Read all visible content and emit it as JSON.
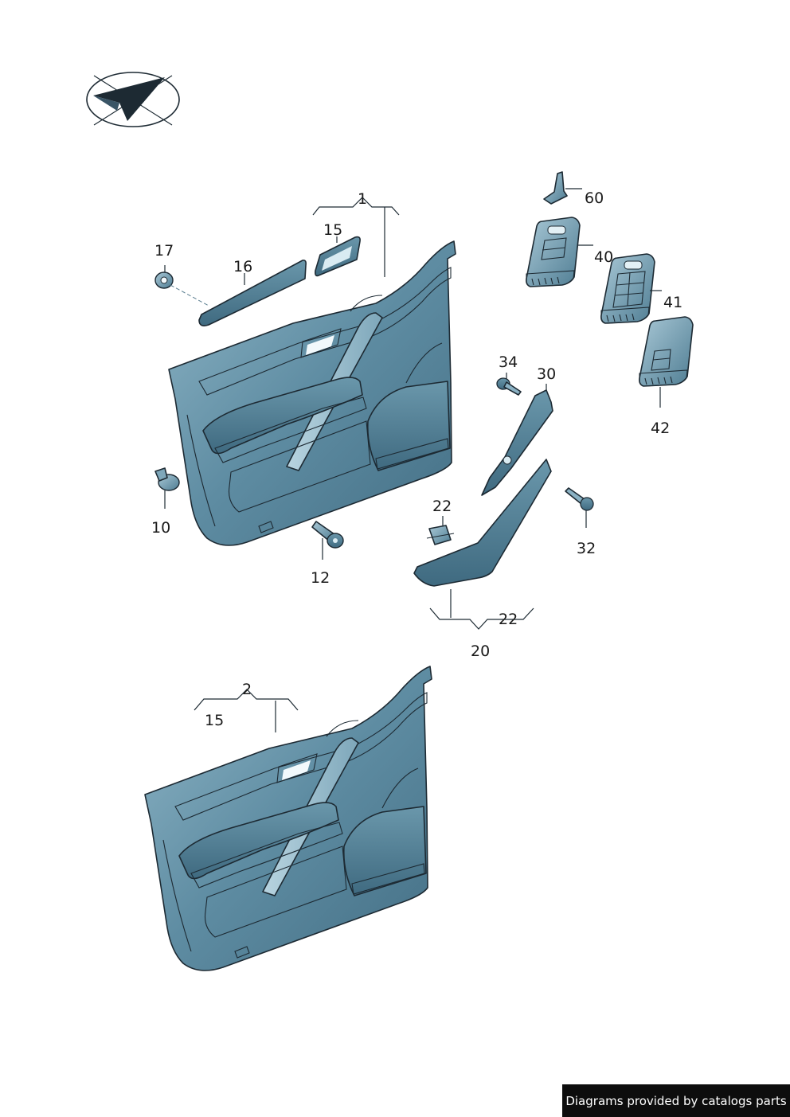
{
  "callouts": {
    "c60": "60",
    "c40": "40",
    "c41": "41",
    "c42": "42",
    "c1": "1",
    "c15a": "15",
    "c17": "17",
    "c16": "16",
    "c34": "34",
    "c30": "30",
    "c22a": "22",
    "c32": "32",
    "c10": "10",
    "c12": "12",
    "c22b": "22",
    "c20": "20",
    "c2": "2",
    "c15b": "15"
  },
  "footer": {
    "credit": "Diagrams provided by catalogs parts"
  },
  "colors": {
    "panel_dark": "#4f7d93",
    "panel_mid": "#6a97ab",
    "panel_light": "#9cc0cf",
    "highlight": "#d9ebf2",
    "outline": "#1d2a33"
  },
  "icons": {
    "orientation": "arrow-orientation-icon"
  }
}
